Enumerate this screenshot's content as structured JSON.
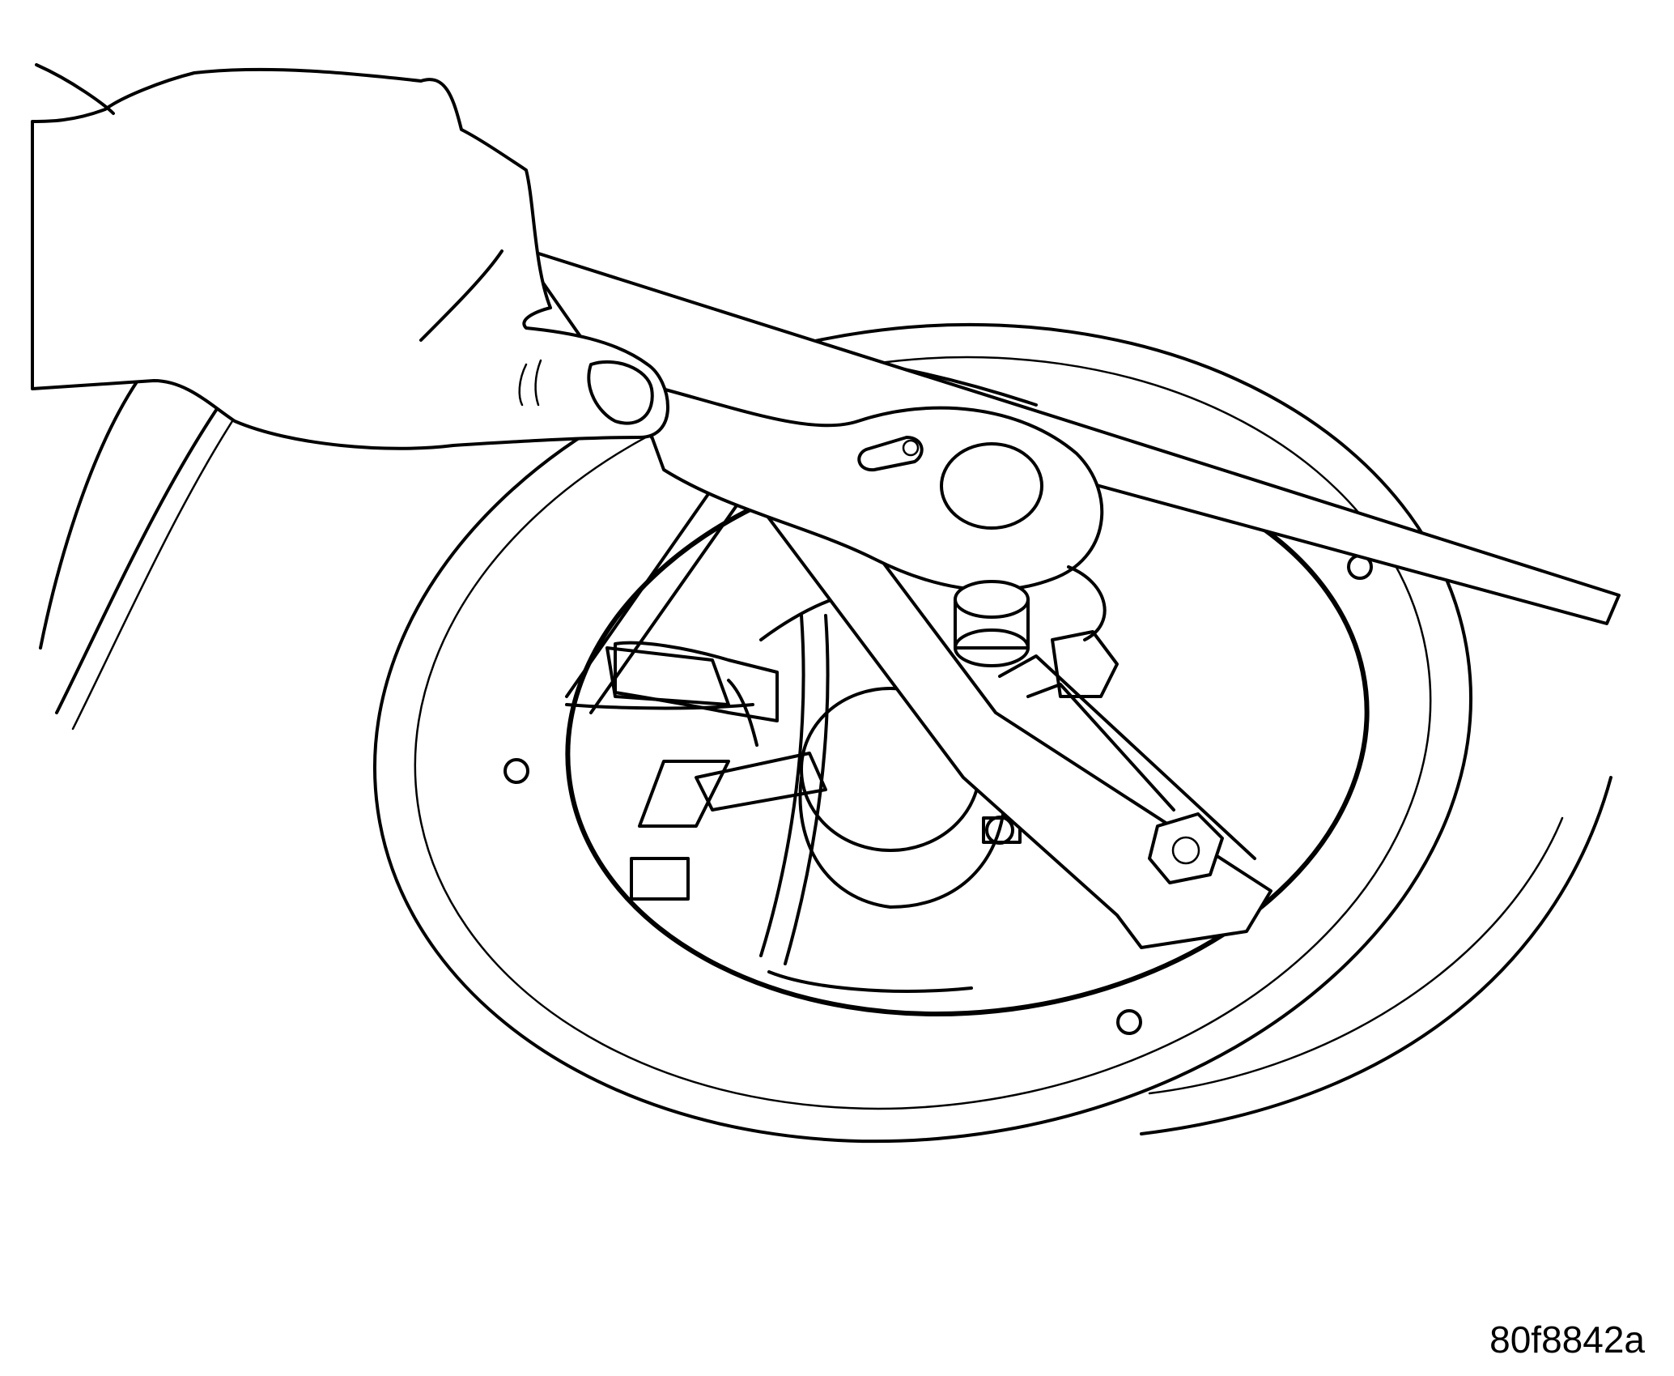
{
  "figure": {
    "id_label": "80f8842a"
  },
  "components": [
    {
      "name": "hand",
      "icon": "hand-icon"
    },
    {
      "name": "ratchet-wrench",
      "icon": "ratchet-icon"
    },
    {
      "name": "spanner-tool",
      "icon": "spanner-icon"
    },
    {
      "name": "fuel-tank-access-opening",
      "icon": "opening-icon"
    },
    {
      "name": "fuel-pump-module",
      "icon": "pump-icon"
    },
    {
      "name": "mounting-holes",
      "icon": "hole-icon"
    }
  ]
}
